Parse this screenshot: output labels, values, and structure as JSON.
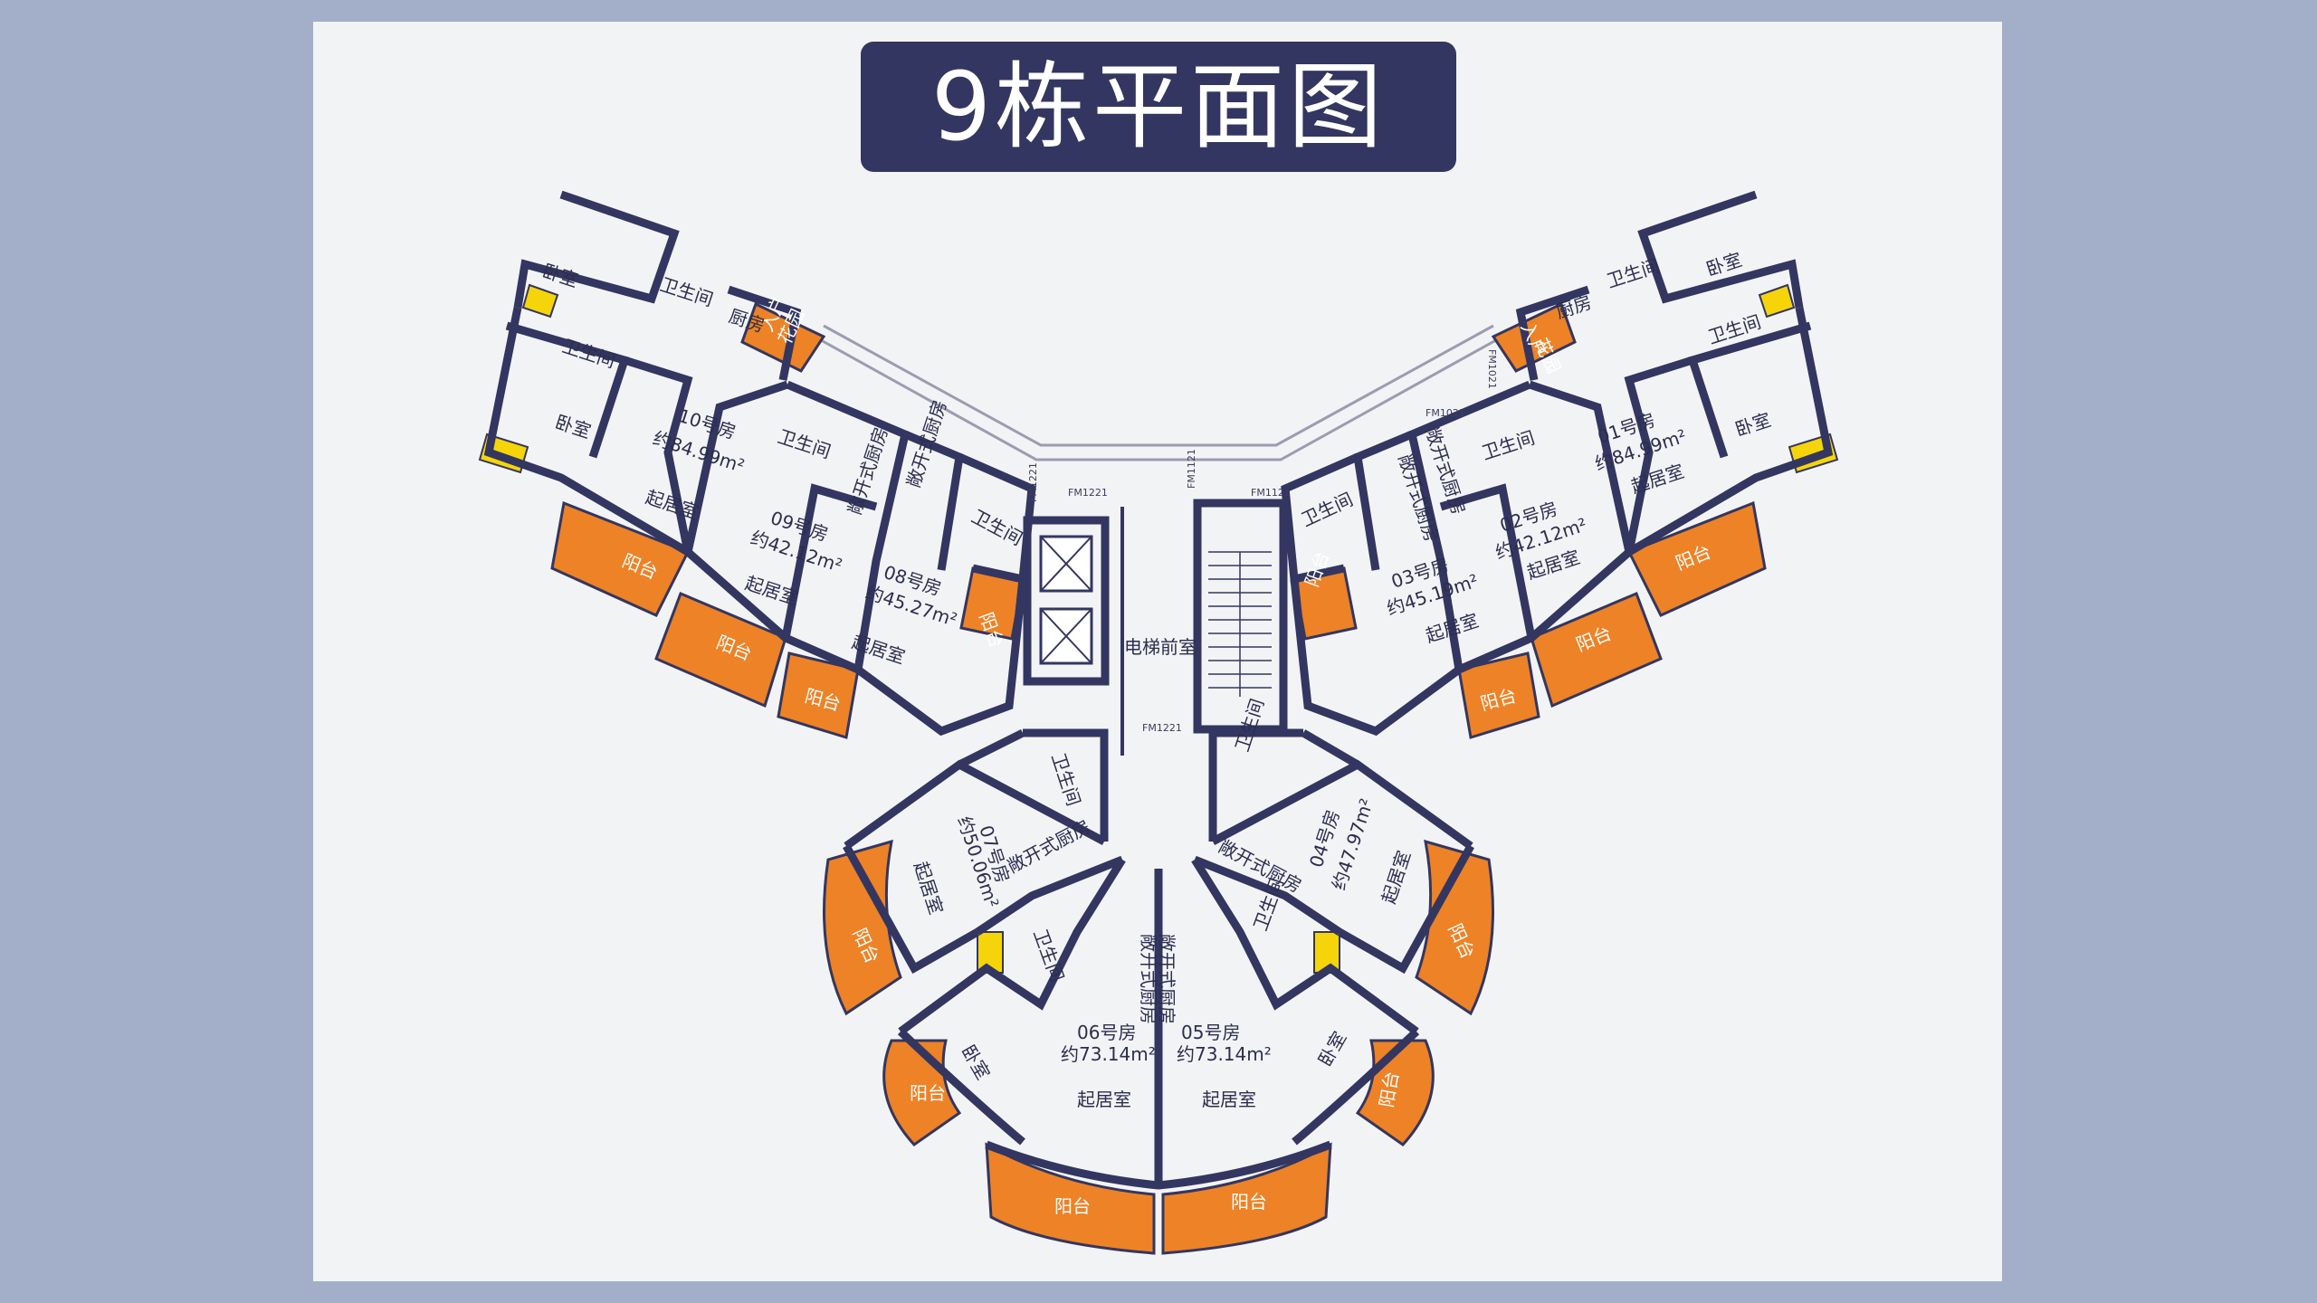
{
  "title": "9栋平面图",
  "colors": {
    "background": "#a3aec8",
    "paper": "#f2f3f5",
    "wall": "#333660",
    "balcony": "#ee8226",
    "window_yellow": "#f6d40a",
    "title_bg": "#333660"
  },
  "units": [
    {
      "id": "01",
      "name": "01号房",
      "area": "约84.99m²"
    },
    {
      "id": "02",
      "name": "02号房",
      "area": "约42.12m²"
    },
    {
      "id": "03",
      "name": "03号房",
      "area": "约45.19m²"
    },
    {
      "id": "04",
      "name": "04号房",
      "area": "约47.97m²"
    },
    {
      "id": "05",
      "name": "05号房",
      "area": "约73.14m²"
    },
    {
      "id": "06",
      "name": "06号房",
      "area": "约73.14m²"
    },
    {
      "id": "07",
      "name": "07号房",
      "area": "约50.06m²"
    },
    {
      "id": "08",
      "name": "08号房",
      "area": "约45.27m²"
    },
    {
      "id": "09",
      "name": "09号房",
      "area": "约42.12m²"
    },
    {
      "id": "10",
      "name": "10号房",
      "area": "约84.99m²"
    }
  ],
  "rooms": {
    "bedroom": "卧室",
    "bathroom": "卫生间",
    "kitchen": "厨房",
    "open_kitchen": "敞开式厨房",
    "living": "起居室",
    "balcony": "阳台",
    "entry_garden_1": "入户",
    "entry_garden_2": "花园",
    "elevator_lobby": "电梯前室"
  },
  "door_codes": {
    "d1": "FM1221",
    "d2": "FM1121",
    "d3": "FM1021"
  }
}
